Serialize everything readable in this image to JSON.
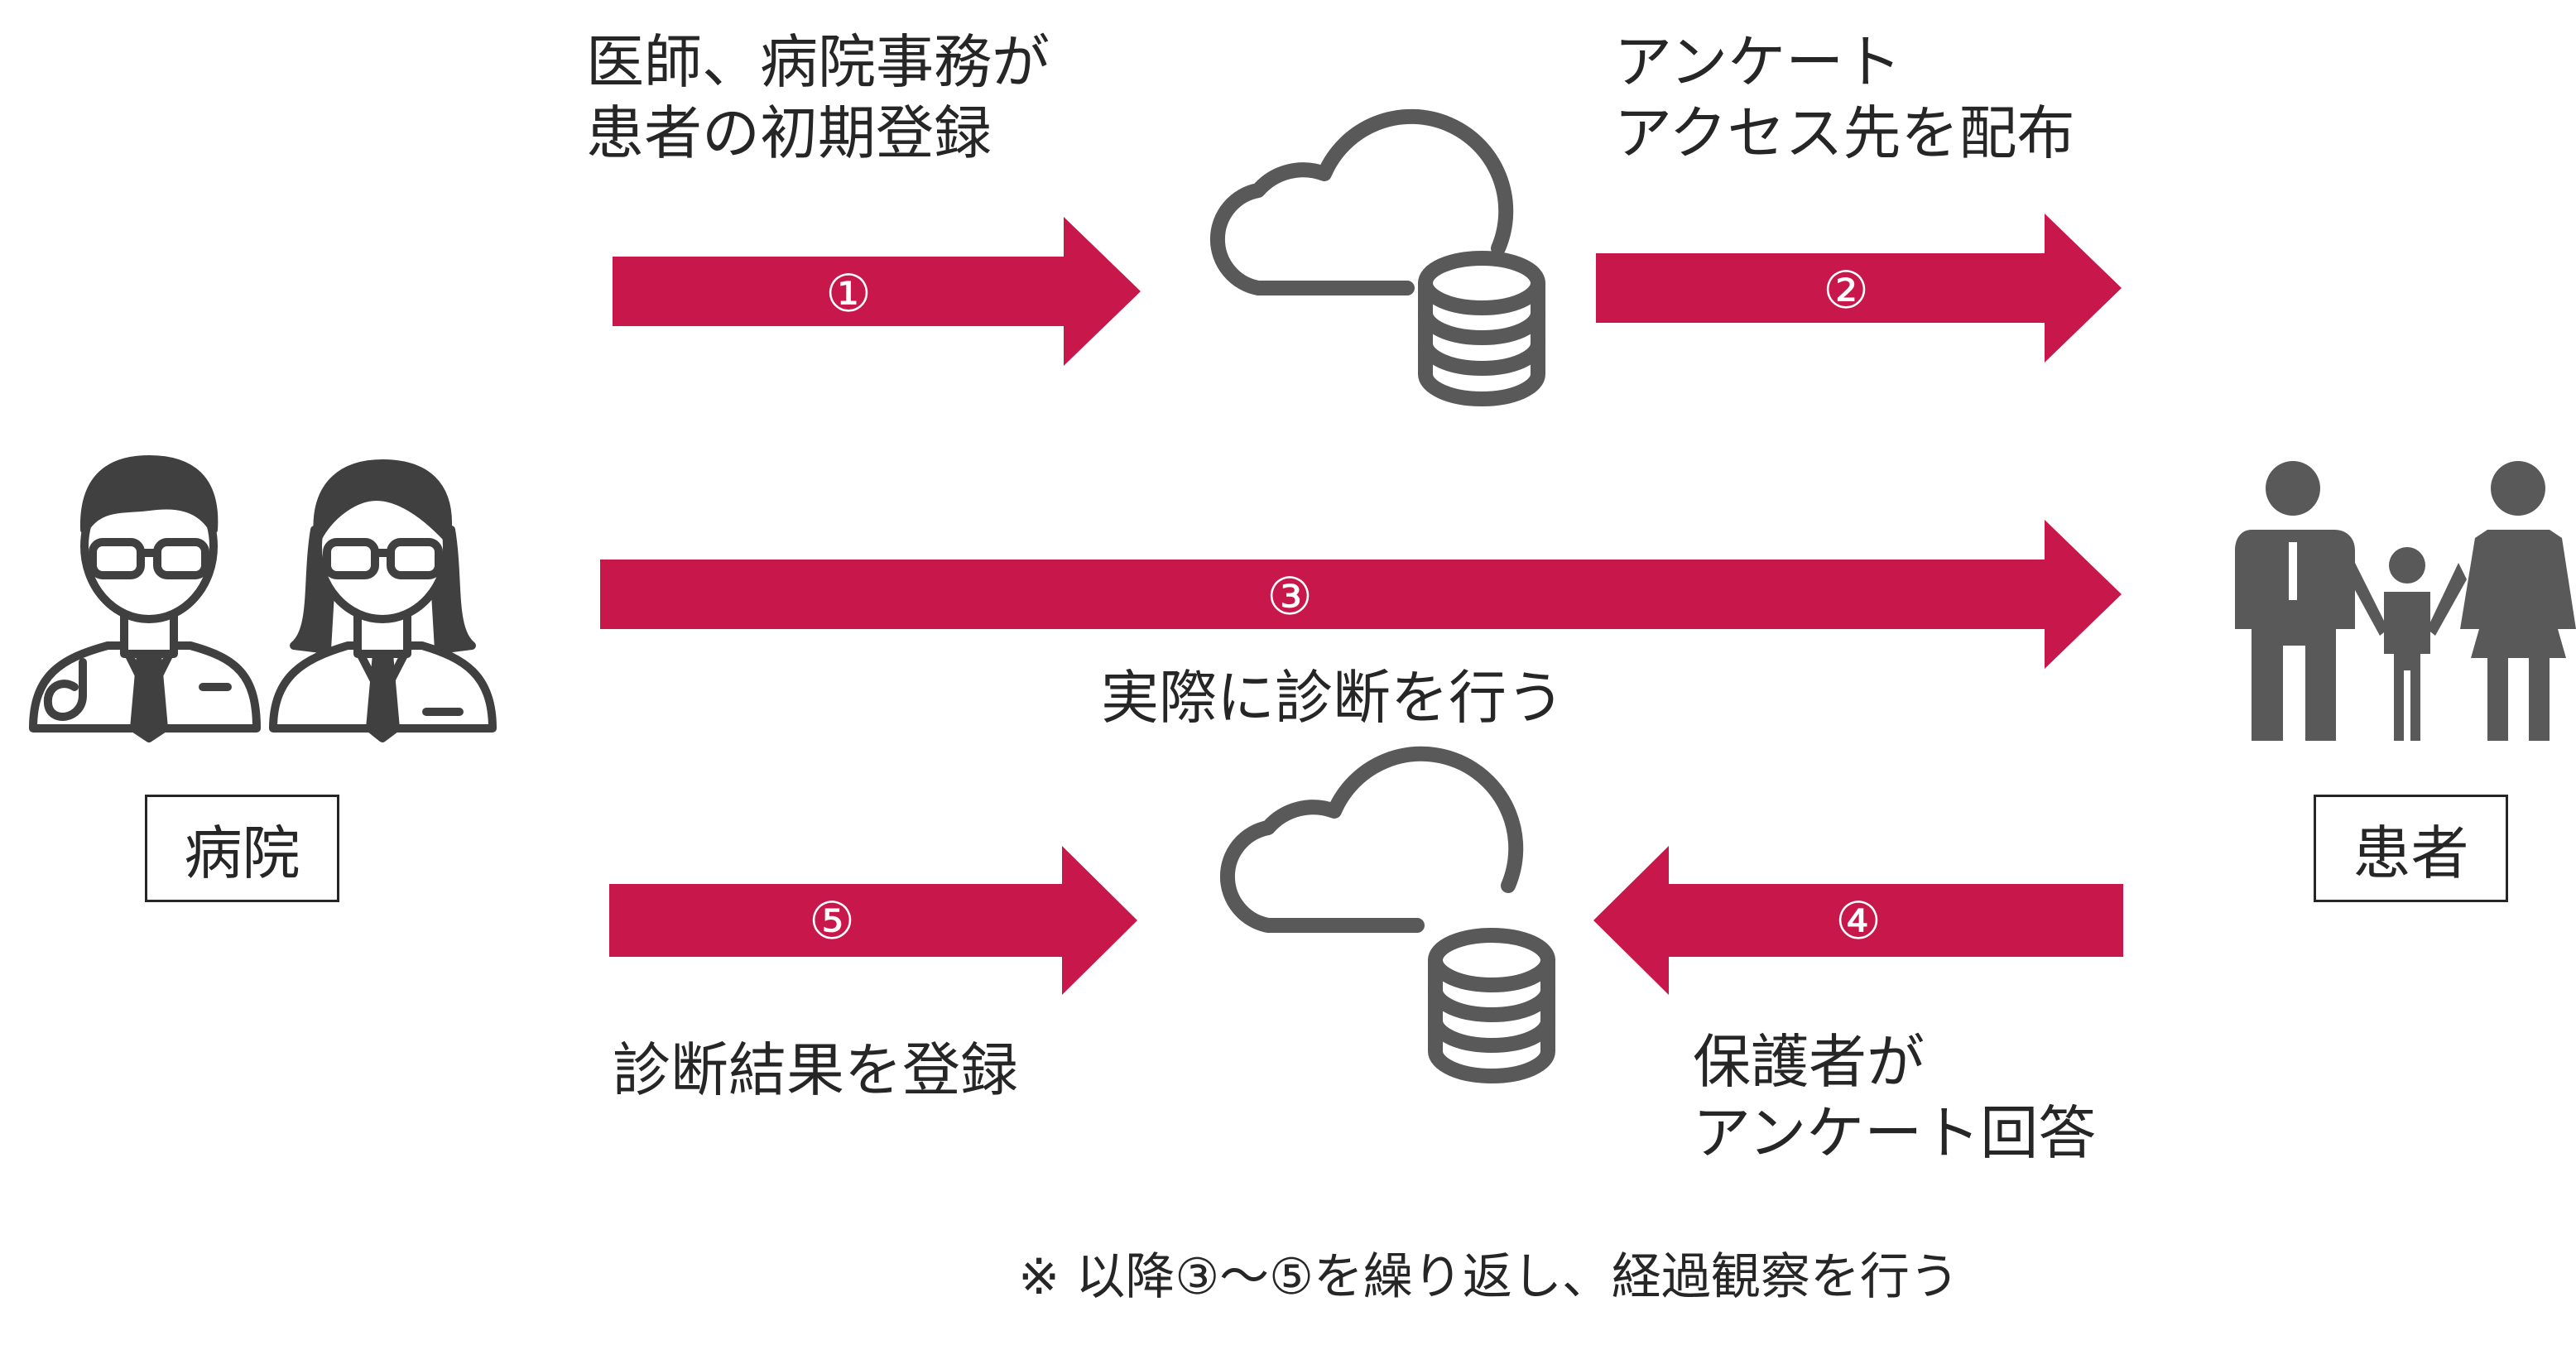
{
  "colors": {
    "arrow": "#c8174a",
    "icon": "#595959",
    "text": "#262626",
    "arrow_label": "#ffffff"
  },
  "steps": {
    "s1": {
      "number": "①",
      "caption": [
        "医師、病院事務が",
        "患者の初期登録"
      ]
    },
    "s2": {
      "number": "②",
      "caption": [
        "アンケート",
        "アクセス先を配布"
      ]
    },
    "s3": {
      "number": "③",
      "caption": [
        "実際に診断を行う"
      ]
    },
    "s4": {
      "number": "④",
      "caption": [
        "保護者が",
        "アンケート回答"
      ]
    },
    "s5": {
      "number": "⑤",
      "caption": [
        "診断結果を登録"
      ]
    }
  },
  "actors": {
    "hospital": "病院",
    "patient": "患者"
  },
  "icons": [
    "doctor-male-icon",
    "doctor-female-icon",
    "cloud-database-icon",
    "family-icon"
  ],
  "note": "※ 以降③～⑤を繰り返し、経過観察を行う"
}
